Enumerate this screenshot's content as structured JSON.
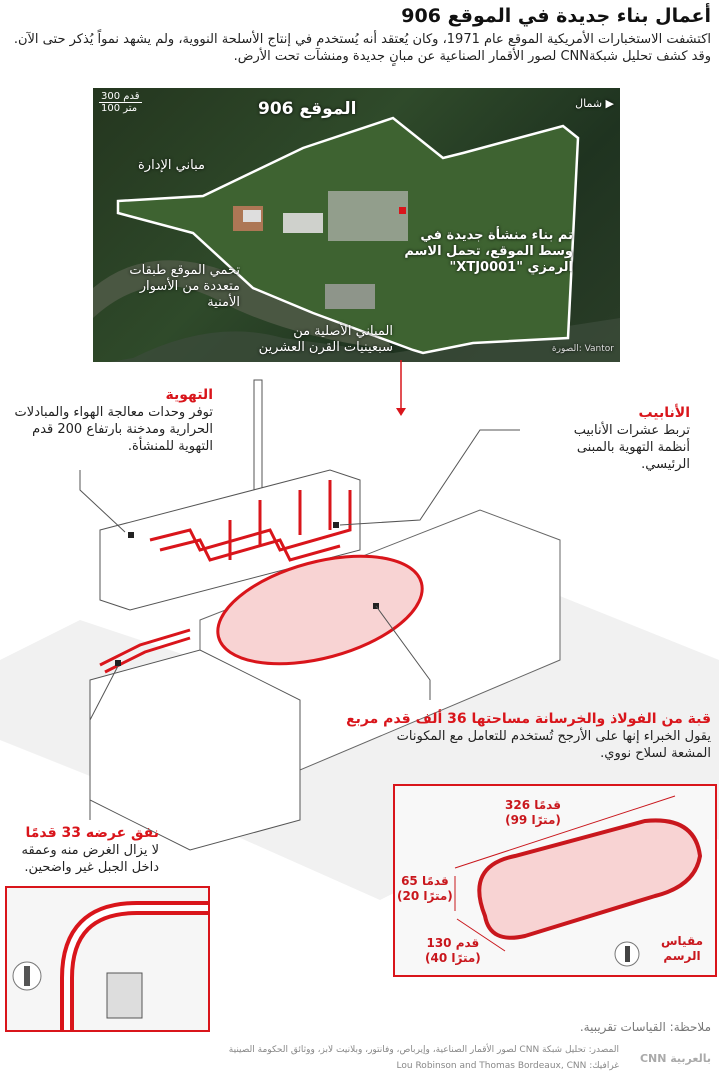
{
  "header": {
    "title": "أعمال بناء جديدة في الموقع 906",
    "intro": "اكتشفت الاستخبارات الأمريكية الموقع عام 1971، وكان يُعتقد أنه يُستخدم في إنتاج الأسلحة النووية، ولم يشهد نمواً يُذكر حتى الآن. وقد كشف تحليل شبكةCNN لصور الأقمار الصناعية عن مبانٍ جديدة ومنشآت تحت الأرض."
  },
  "map": {
    "scale_feet": "300 قدم",
    "scale_meters": "100 متر",
    "north": "شمال",
    "site_label": "الموقع 906",
    "admin_buildings": "مباني الإدارة",
    "walls": "تحمي الموقع طبقات متعددة من الأسوار الأمنية",
    "original_buildings": "المباني الأصلية من سبعينيات القرن العشرين",
    "new_facility": "تم بناء منشأة جديدة في وسط الموقع، تحمل الاسم الرمزي \"XTJ0001\"",
    "credit": "الصورة: Vantor"
  },
  "callouts": {
    "ventilation": {
      "title": "التهوية",
      "text": "توفر وحدات معالجة الهواء والمبادلات الحرارية ومدخنة بارتفاع 200 قدم التهوية للمنشأة."
    },
    "pipes": {
      "title": "الأنابيب",
      "text": "تربط عشرات الأنابيب أنظمة التهوية بالمبنى الرئيسي."
    },
    "dome": {
      "title": "قبة من الفولاذ والخرسانة مساحتها 36 ألف قدم مربع",
      "text": "يقول الخبراء إنها على الأرجح تُستخدم للتعامل مع المكونات المشعة لسلاح نووي."
    },
    "tunnel": {
      "title": "نفق عرضه 33 قدمًا",
      "text": "لا يزال الغرض منه وعمقه داخل الجبل غير واضحين."
    }
  },
  "dimensions": {
    "length_ft": "326 قدمًا",
    "length_m": "(99 مترًا)",
    "height_ft": "65 قدمًا",
    "height_m": "(20 مترًا)",
    "width_ft": "130 قدم",
    "width_m": "(40 مترًا)",
    "scale_label": "مقياس الرسم"
  },
  "footer": {
    "note": "ملاحظة: القياسات تقريبية.",
    "source": "المصدر: تحليل شبكة CNN لصور الأقمار الصناعية، وإيرباص، وفانتور، وبلانيت لابز، ووثائق الحكومة الصينية",
    "graphic": "غرافيك: Lou Robinson and Thomas Bordeaux, CNN",
    "logo": "CNN بالعربية"
  },
  "colors": {
    "accent": "#d9151b"
  }
}
